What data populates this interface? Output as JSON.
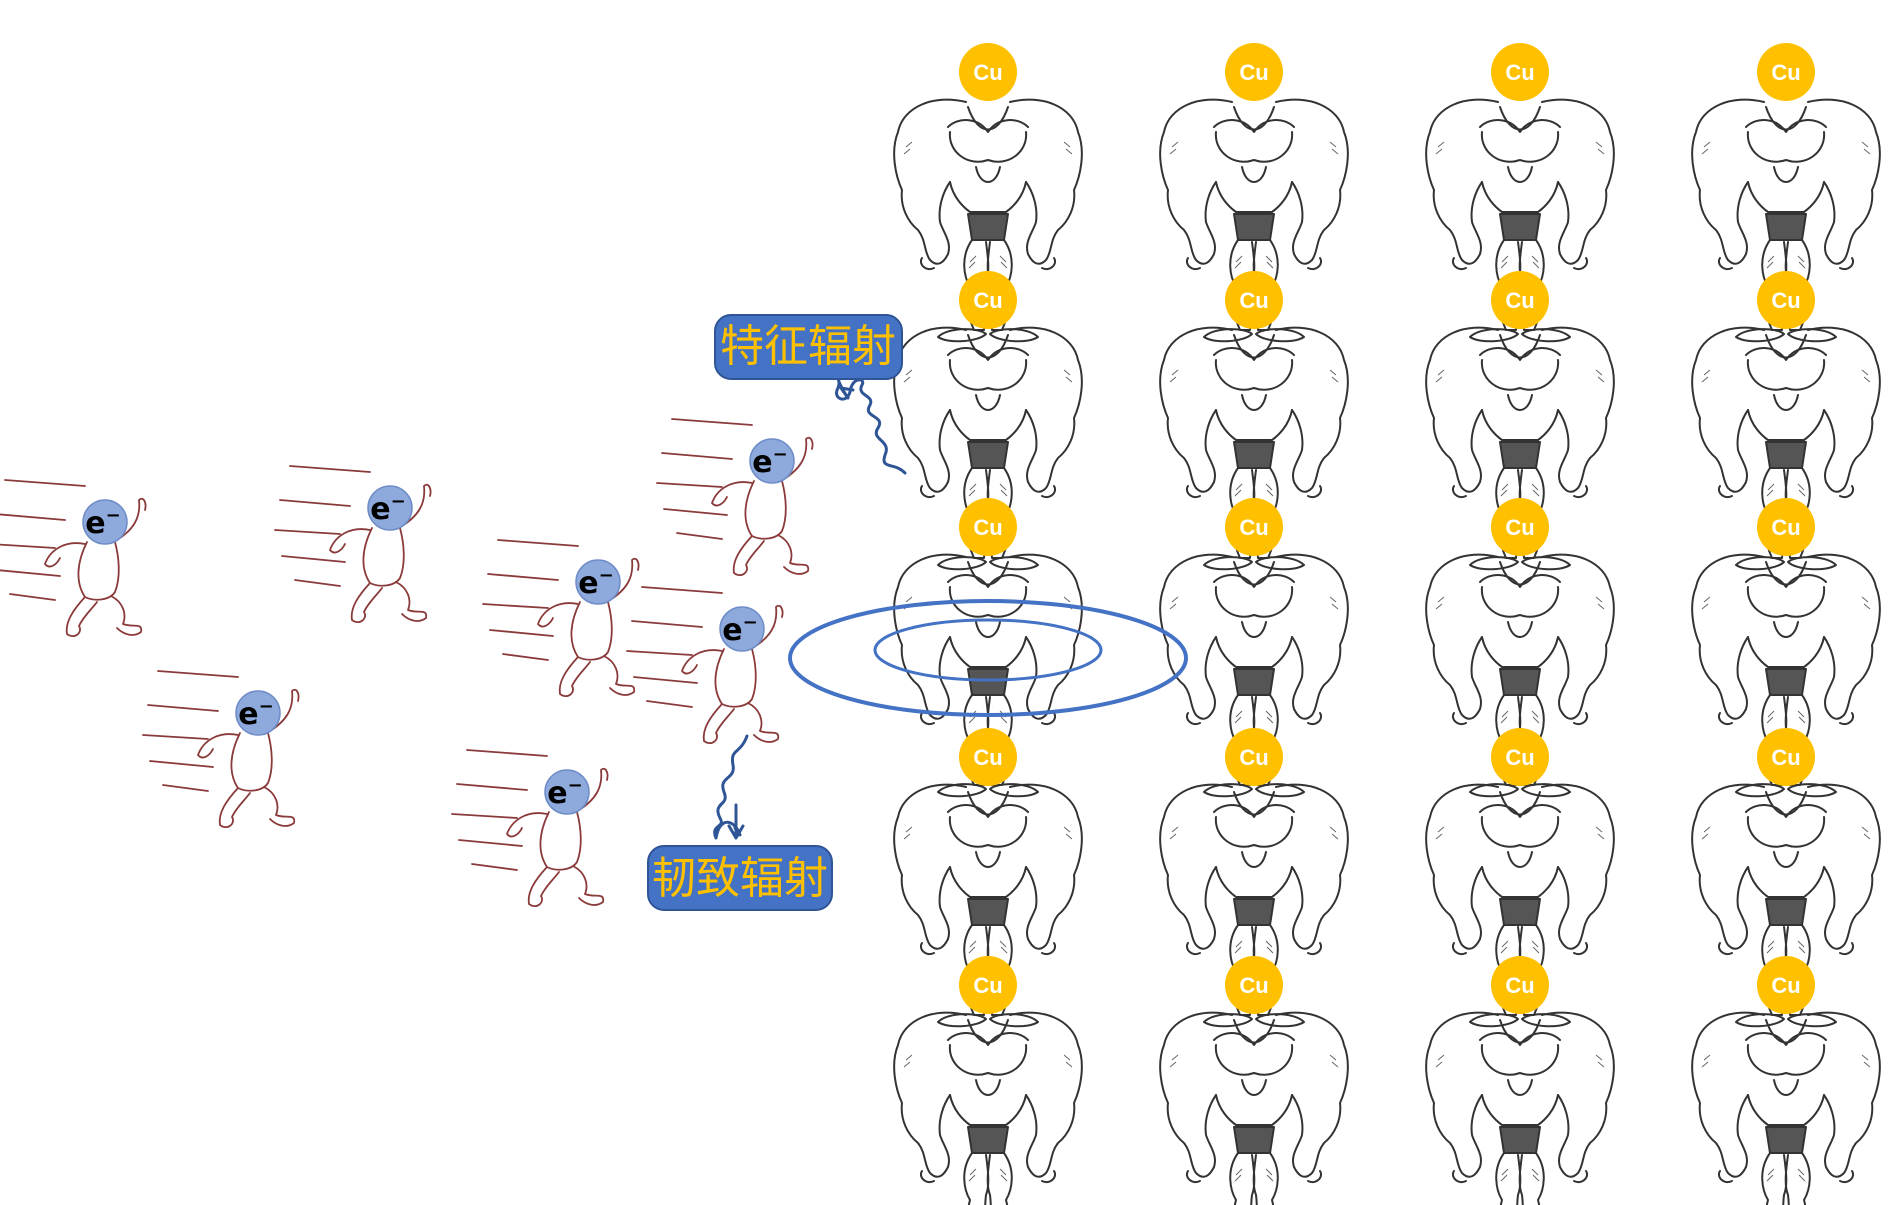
{
  "atom_label": "Cu",
  "electron_label": "e",
  "electron_sup": "−",
  "labels": {
    "characteristic": "特征辐射",
    "bremsstrahlung": "韧致辐射"
  },
  "colors": {
    "cu_fill": "#FFC000",
    "electron_fill": "#8EA9DB",
    "electron_stroke": "#6E8CC8",
    "label_bg": "#4472C4",
    "label_text": "#FFC000",
    "wave": "#2F5597",
    "ring": "#4472C4",
    "runner_stroke": "#8B3A3A"
  },
  "atom_grid": {
    "rows": 5,
    "cols": 4
  },
  "electron_count": 7
}
